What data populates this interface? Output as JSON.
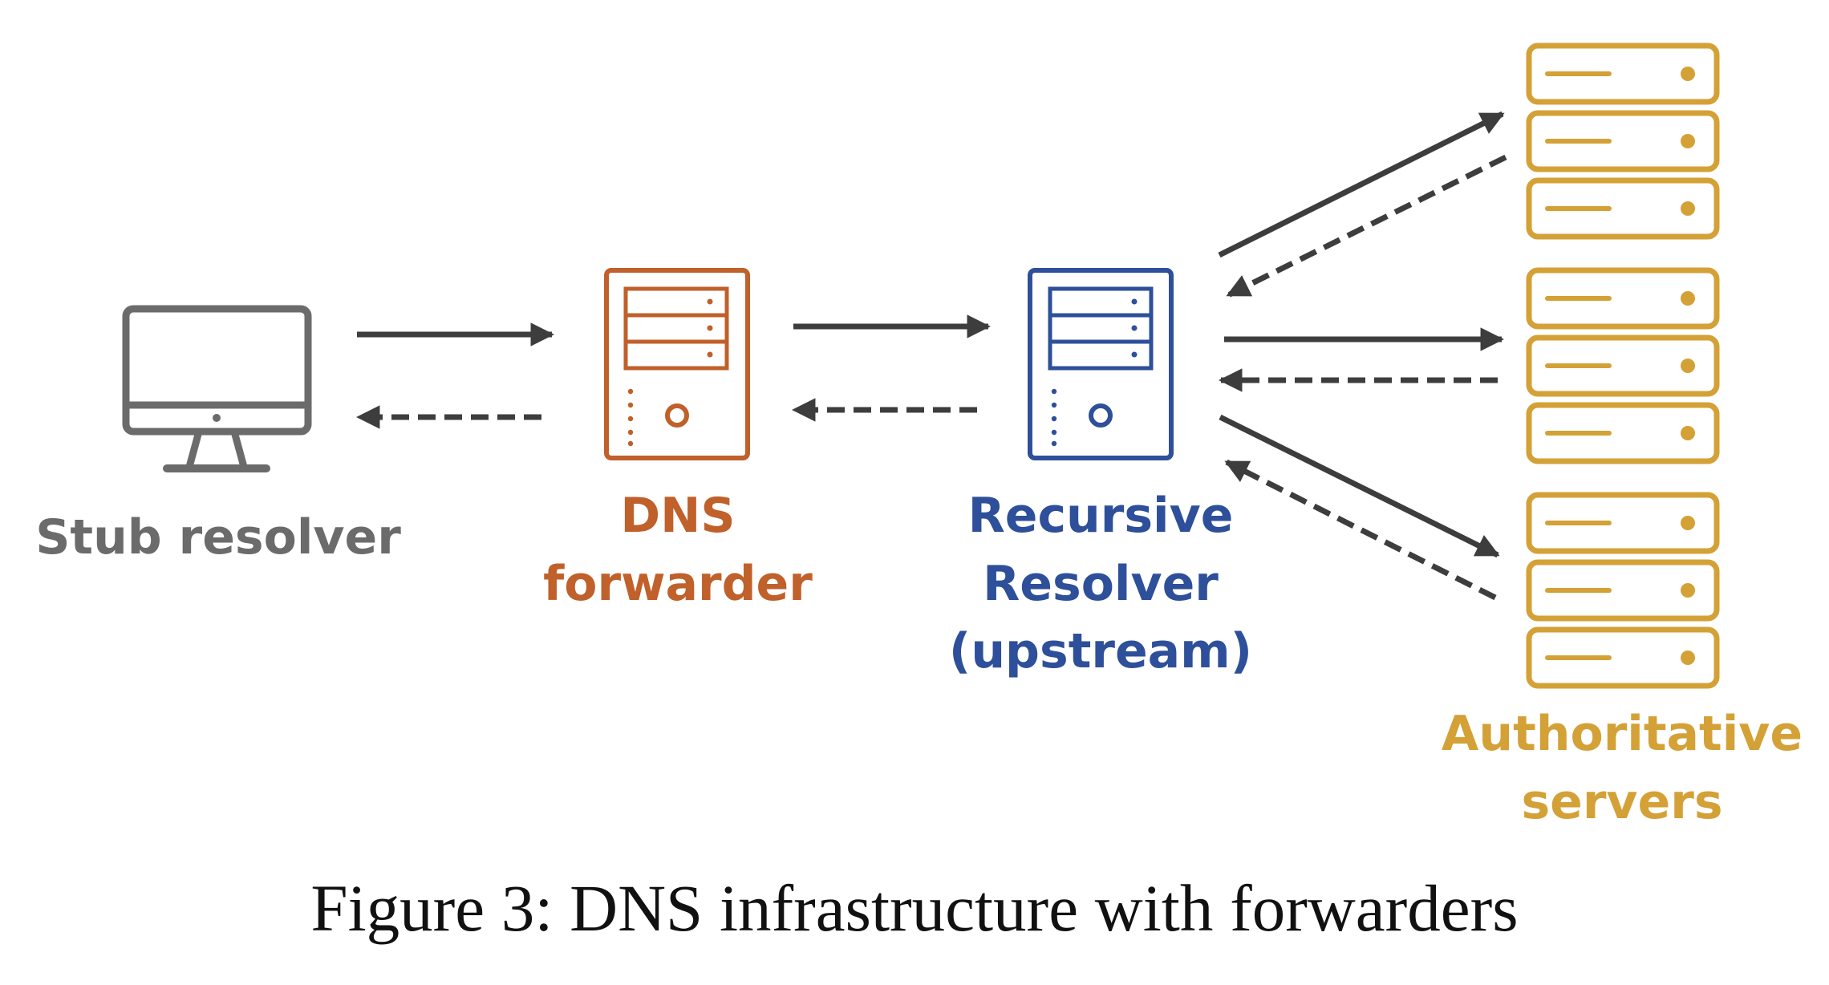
{
  "colors": {
    "stub": "#6b6b6b",
    "forwarder": "#c0602a",
    "recursive": "#2e4f9a",
    "authoritative": "#d4a137",
    "arrow": "#3d3d3d",
    "caption": "#111111"
  },
  "nodes": {
    "stub": {
      "icon": "desktop-monitor-icon",
      "label_lines": [
        "Stub resolver"
      ]
    },
    "forwarder": {
      "icon": "server-tower-icon",
      "label_lines": [
        "DNS",
        "forwarder"
      ]
    },
    "recursive": {
      "icon": "server-tower-icon",
      "label_lines": [
        "Recursive",
        "Resolver",
        "(upstream)"
      ]
    },
    "authoritative": {
      "icon": "server-rack-icon",
      "label_lines": [
        "Authoritative",
        "servers"
      ]
    }
  },
  "caption": "Figure 3: DNS infrastructure with forwarders"
}
